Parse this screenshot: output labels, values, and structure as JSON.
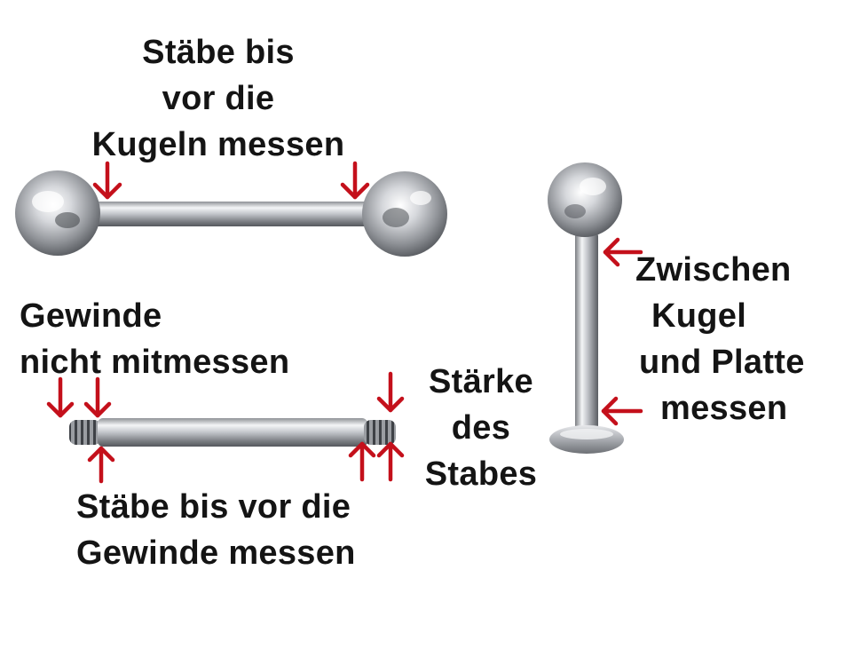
{
  "diagram": {
    "label_colour": "#141414",
    "arrow_colour": "#c4101b",
    "metal_colour": "#b5b8bd",
    "labels": {
      "barbell_measure": [
        "Stäbe bis",
        "vor die",
        "Kugeln messen"
      ],
      "thread_exclude": [
        "Gewinde",
        "nicht mitmessen"
      ],
      "rod_measure": [
        "Stäbe bis vor die",
        "Gewinde messen"
      ],
      "thickness": [
        "Stärke",
        "des",
        "Stabes"
      ],
      "labret_measure": [
        "Zwischen",
        "Kugel",
        "und Platte",
        "messen"
      ]
    }
  }
}
